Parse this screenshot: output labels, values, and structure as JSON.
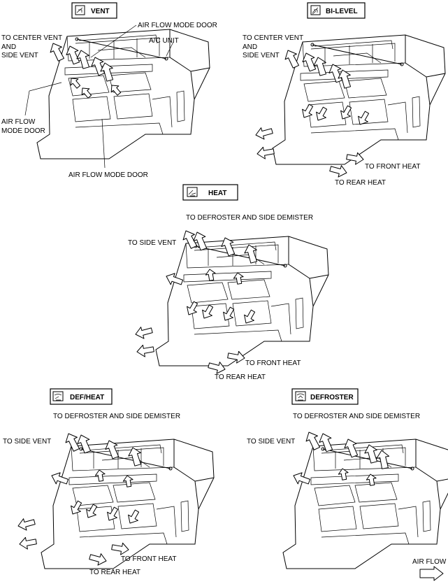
{
  "panels": {
    "vent": {
      "mode_title": "VENT",
      "mode_icon": "vent-mode-icon",
      "labels": {
        "center_side_vent_1": "TO CENTER VENT",
        "center_side_vent_2": "AND",
        "center_side_vent_3": "SIDE VENT",
        "air_flow_mode_door_top": "AIR FLOW MODE DOOR",
        "ac_unit": "A/C UNIT",
        "air_flow_mode_door_left_1": "AIR FLOW",
        "air_flow_mode_door_left_2": "MODE DOOR",
        "air_flow_mode_door_bottom": "AIR FLOW MODE DOOR"
      }
    },
    "bilevel": {
      "mode_title": "BI-LEVEL",
      "mode_icon": "bilevel-mode-icon",
      "labels": {
        "center_side_vent_1": "TO CENTER VENT",
        "center_side_vent_2": "AND",
        "center_side_vent_3": "SIDE VENT",
        "front_heat": "TO FRONT HEAT",
        "rear_heat": "TO REAR HEAT"
      }
    },
    "heat": {
      "mode_title": "HEAT",
      "mode_icon": "heat-mode-icon",
      "labels": {
        "defroster_side_demister": "TO DEFROSTER AND SIDE DEMISTER",
        "side_vent": "TO SIDE VENT",
        "front_heat": "TO FRONT HEAT",
        "rear_heat": "TO REAR HEAT"
      }
    },
    "defheat": {
      "mode_title": "DEF/HEAT",
      "mode_icon": "defheat-mode-icon",
      "labels": {
        "defroster_side_demister": "TO DEFROSTER AND SIDE DEMISTER",
        "side_vent": "TO SIDE VENT",
        "front_heat": "TO FRONT HEAT",
        "rear_heat": "TO REAR HEAT"
      }
    },
    "defroster": {
      "mode_title": "DEFROSTER",
      "mode_icon": "defroster-mode-icon",
      "labels": {
        "defroster_side_demister": "TO DEFROSTER AND SIDE DEMISTER",
        "side_vent": "TO SIDE VENT"
      }
    }
  },
  "legend": {
    "air_flow": "AIR FLOW",
    "icon": "air-flow-arrow-icon"
  }
}
